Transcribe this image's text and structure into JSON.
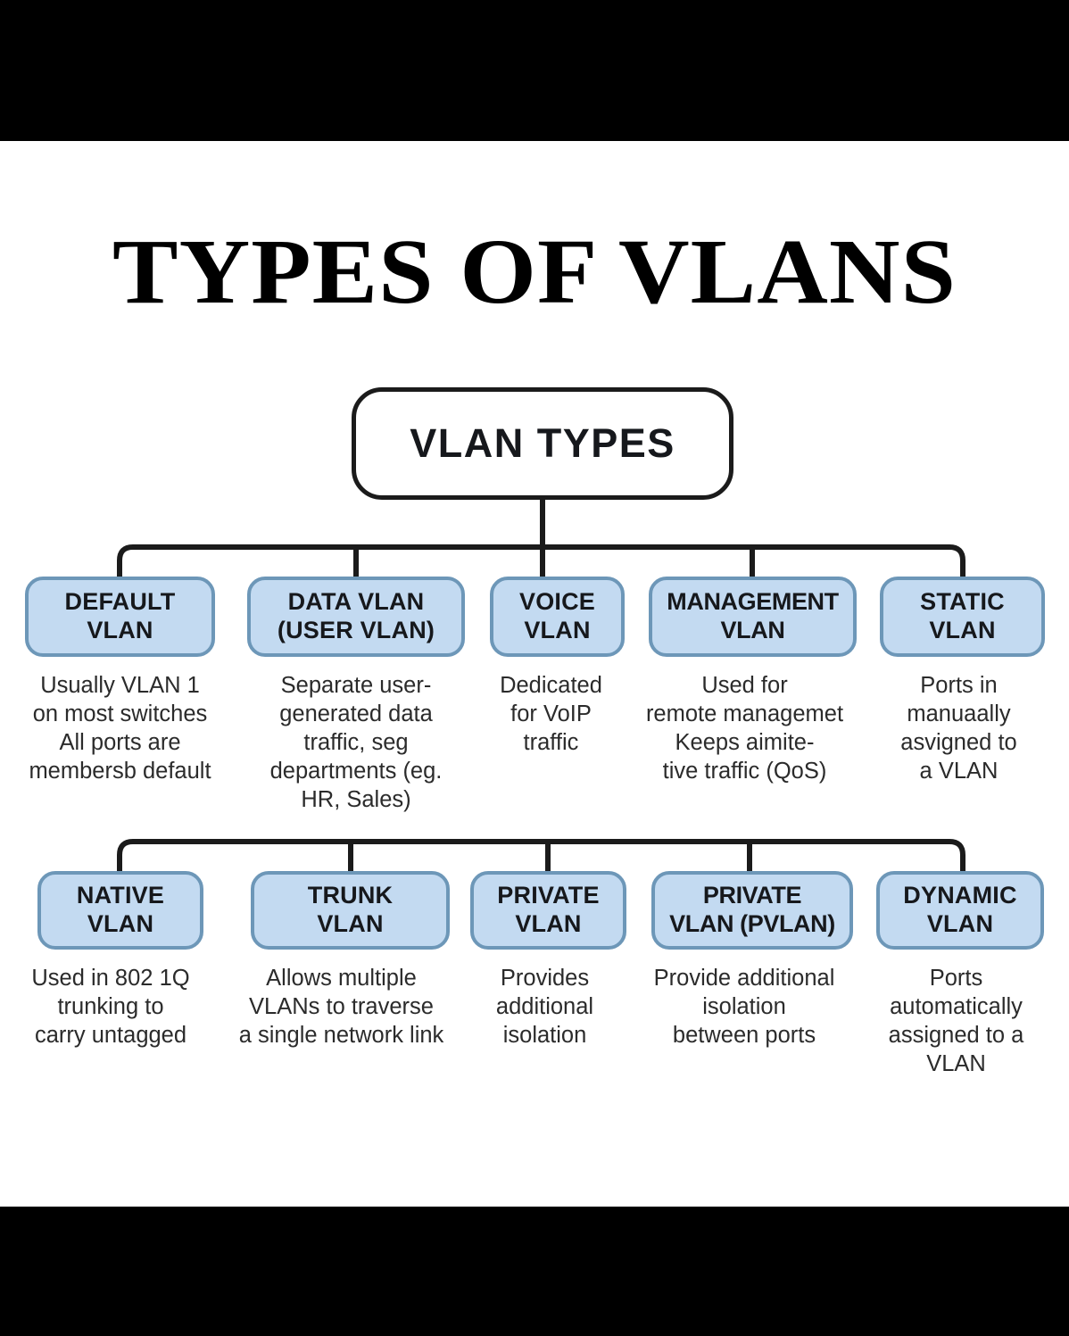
{
  "poster": {
    "title": "TYPES OF VLANS",
    "background": "#000000",
    "canvas_color": "#ffffff",
    "node_fill": "#c3daf1",
    "node_border": "#6d97b8",
    "root_border": "#1b1b1b",
    "text_color": "#16181c"
  },
  "diagram": {
    "type": "tree",
    "root": {
      "label": "VLAN TYPES"
    },
    "row1": [
      {
        "label": "DEFAULT\nVLAN",
        "desc": "Usually VLAN 1\non most switches\nAll ports are\nmembersb default"
      },
      {
        "label": "DATA VLAN\n(USER VLAN)",
        "desc": "Separate user-\ngenerated data\ntraffic, seg\ndepartments (eg.\nHR, Sales)"
      },
      {
        "label": "VOICE\nVLAN",
        "desc": "Dedicated\nfor VoIP\ntraffic"
      },
      {
        "label": "MANAGEMENT\nVLAN",
        "desc": "Used for\nremote managemet\nKeeps aimite-\ntive traffic (QoS)"
      },
      {
        "label": "STATIC\nVLAN",
        "desc": "Ports in\nmanuaally\nasvigned to\na VLAN"
      }
    ],
    "row2": [
      {
        "label": "NATIVE\nVLAN",
        "desc": "Used in 802 1Q\ntrunking to\ncarry untagged"
      },
      {
        "label": "TRUNK\nVLAN",
        "desc": "Allows multiple\nVLANs to traverse\na single network link"
      },
      {
        "label": "PRIVATE\nVLAN",
        "desc": "Provides\nadditional\nisolation"
      },
      {
        "label": "PRIVATE\nVLAN (PVLAN)",
        "desc": "Provide additional\nisolation\nbetween ports"
      },
      {
        "label": "DYNAMIC\nVLAN",
        "desc": "Ports\nautomatically\nassigned to a\nVLAN"
      }
    ]
  }
}
